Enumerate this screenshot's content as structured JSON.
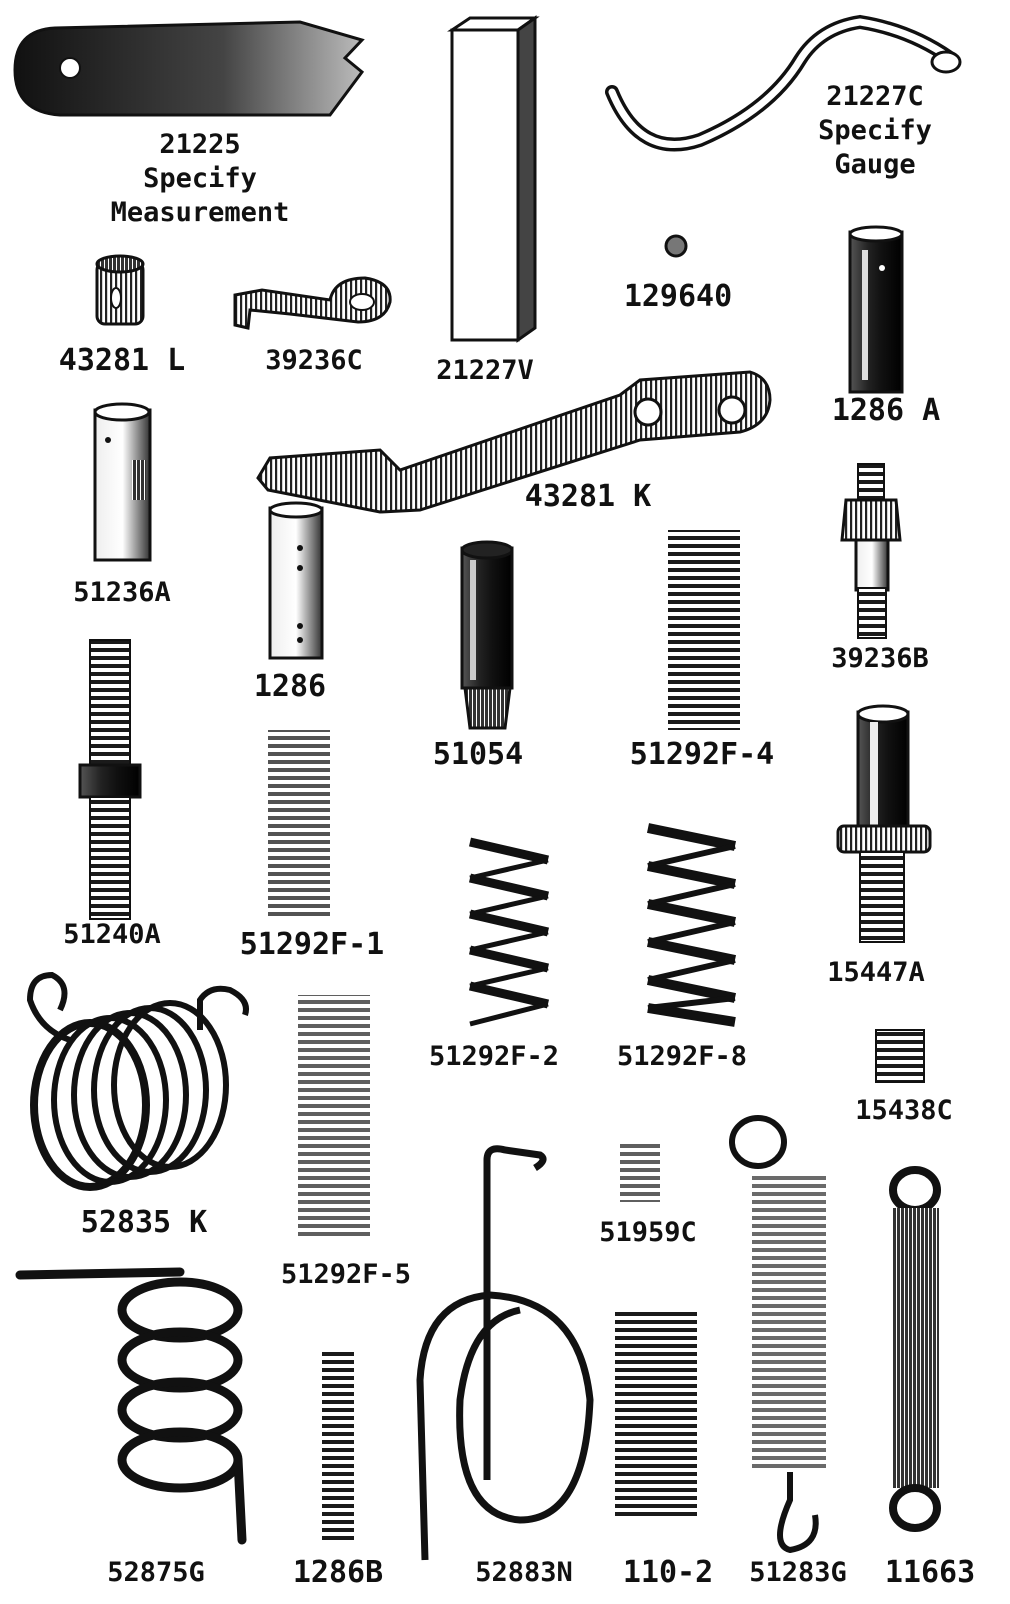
{
  "parts": [
    {
      "number": "21225",
      "note_lines": [
        "Specify",
        "Measurement"
      ]
    },
    {
      "number": "21227V",
      "note_lines": []
    },
    {
      "number": "21227C",
      "note_lines": [
        "Specify",
        "Gauge"
      ]
    },
    {
      "number": "129640",
      "note_lines": []
    },
    {
      "number": "43281 L",
      "note_lines": []
    },
    {
      "number": "39236C",
      "note_lines": []
    },
    {
      "number": "1286 A",
      "note_lines": []
    },
    {
      "number": "43281 K",
      "note_lines": []
    },
    {
      "number": "51236A",
      "note_lines": []
    },
    {
      "number": "1286",
      "note_lines": []
    },
    {
      "number": "51054",
      "note_lines": []
    },
    {
      "number": "51292F-4",
      "note_lines": []
    },
    {
      "number": "39236B",
      "note_lines": []
    },
    {
      "number": "51240A",
      "note_lines": []
    },
    {
      "number": "51292F-1",
      "note_lines": []
    },
    {
      "number": "51292F-2",
      "note_lines": []
    },
    {
      "number": "51292F-8",
      "note_lines": []
    },
    {
      "number": "15447A",
      "note_lines": []
    },
    {
      "number": "15438C",
      "note_lines": []
    },
    {
      "number": "52835 K",
      "note_lines": []
    },
    {
      "number": "51292F-5",
      "note_lines": []
    },
    {
      "number": "51959C",
      "note_lines": []
    },
    {
      "number": "52875G",
      "note_lines": []
    },
    {
      "number": "1286B",
      "note_lines": []
    },
    {
      "number": "52883N",
      "note_lines": []
    },
    {
      "number": "110-2",
      "note_lines": []
    },
    {
      "number": "51283G",
      "note_lines": []
    },
    {
      "number": "11663",
      "note_lines": []
    }
  ],
  "colors": {
    "ink": "#111111",
    "paper": "#ffffff"
  }
}
